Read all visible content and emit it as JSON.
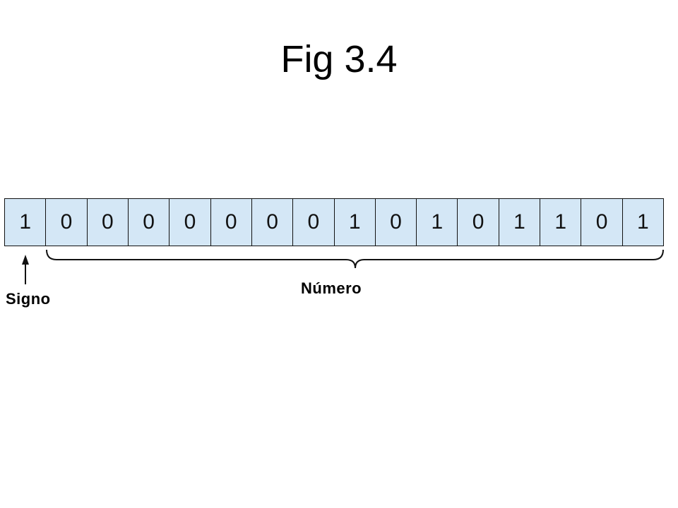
{
  "title": "Fig 3.4",
  "bits": [
    "1",
    "0",
    "0",
    "0",
    "0",
    "0",
    "0",
    "0",
    "1",
    "0",
    "1",
    "0",
    "1",
    "1",
    "0",
    "1"
  ],
  "labels": {
    "sign": "Signo",
    "number": "Número"
  },
  "colors": {
    "cell_fill": "#d4e7f6",
    "stroke": "#111111"
  }
}
